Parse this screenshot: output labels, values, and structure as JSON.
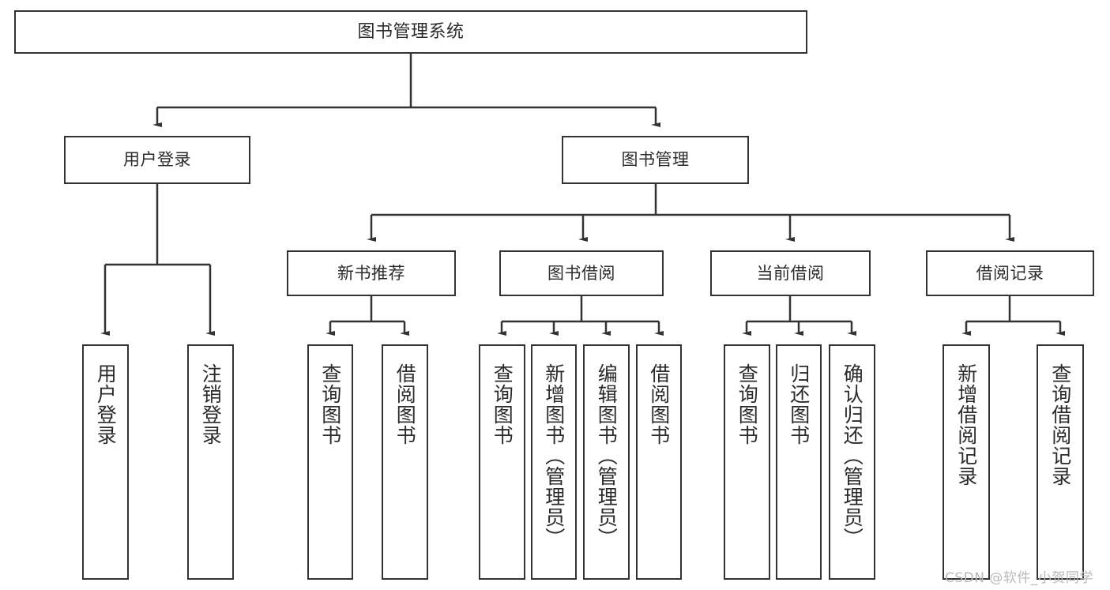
{
  "diagram": {
    "type": "tree-hierarchy",
    "title": "图书管理系统",
    "root": {
      "label": "图书管理系统"
    },
    "level2": [
      {
        "id": "user-login",
        "label": "用户登录"
      },
      {
        "id": "book-management",
        "label": "图书管理"
      }
    ],
    "level3": [
      {
        "id": "new-book-recommend",
        "label": "新书推荐",
        "parent": "book-management"
      },
      {
        "id": "book-borrow",
        "label": "图书借阅",
        "parent": "book-management"
      },
      {
        "id": "current-borrow",
        "label": "当前借阅",
        "parent": "book-management"
      },
      {
        "id": "borrow-record",
        "label": "借阅记录",
        "parent": "book-management"
      }
    ],
    "leaves": [
      {
        "id": "leaf-user-login",
        "label": "用户登录",
        "parent": "user-login"
      },
      {
        "id": "leaf-logout-login",
        "label": "注销登录",
        "parent": "user-login"
      },
      {
        "id": "leaf-query-book-1",
        "label": "查询图书",
        "parent": "new-book-recommend"
      },
      {
        "id": "leaf-borrow-book-1",
        "label": "借阅图书",
        "parent": "new-book-recommend"
      },
      {
        "id": "leaf-query-book-2",
        "label": "查询图书",
        "parent": "book-borrow"
      },
      {
        "id": "leaf-add-book",
        "label": "新增图书（管理员）",
        "parent": "book-borrow"
      },
      {
        "id": "leaf-edit-book",
        "label": "编辑图书（管理员）",
        "parent": "book-borrow"
      },
      {
        "id": "leaf-borrow-book-2",
        "label": "借阅图书",
        "parent": "book-borrow"
      },
      {
        "id": "leaf-query-book-3",
        "label": "查询图书",
        "parent": "current-borrow"
      },
      {
        "id": "leaf-return-book",
        "label": "归还图书",
        "parent": "current-borrow"
      },
      {
        "id": "leaf-confirm-return",
        "label": "确认归还（管理员）",
        "parent": "current-borrow"
      },
      {
        "id": "leaf-add-record",
        "label": "新增借阅记录",
        "parent": "borrow-record"
      },
      {
        "id": "leaf-query-record",
        "label": "查询借阅记录",
        "parent": "borrow-record"
      }
    ],
    "colors": {
      "stroke": "#333333",
      "fill": "#ffffff",
      "text": "#2b2b2b",
      "watermark": "#b9b9b9"
    }
  },
  "watermark": {
    "text": "CSDN @软件_小贺同学"
  }
}
